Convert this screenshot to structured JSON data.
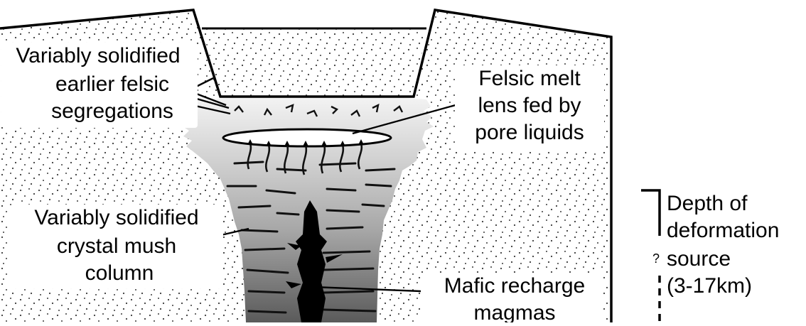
{
  "diagram": {
    "labels": {
      "earlier_felsic": [
        "Variably solidified",
        "earlier felsic",
        "segregations"
      ],
      "felsic_lens": [
        "Felsic melt",
        "lens fed by",
        "pore liquids"
      ],
      "crystal_mush": [
        "Variably solidified",
        "crystal mush",
        "column"
      ],
      "mafic_recharge": [
        "Mafic recharge",
        "magmas"
      ],
      "depth": [
        "Depth of",
        "deformation",
        "source",
        "(3-17km)"
      ],
      "depth_uncertainty": "?"
    },
    "colors": {
      "outline": "#000000",
      "country_rock": "#ffffff",
      "stipple": "#3a3a3a",
      "mush_gradient_top": "#f4f4f4",
      "mush_gradient_mid": "#a6a6a6",
      "mush_gradient_bottom": "#5a5a5a",
      "mafic_core": "#000000",
      "melt_lens": "#ffffff"
    }
  }
}
